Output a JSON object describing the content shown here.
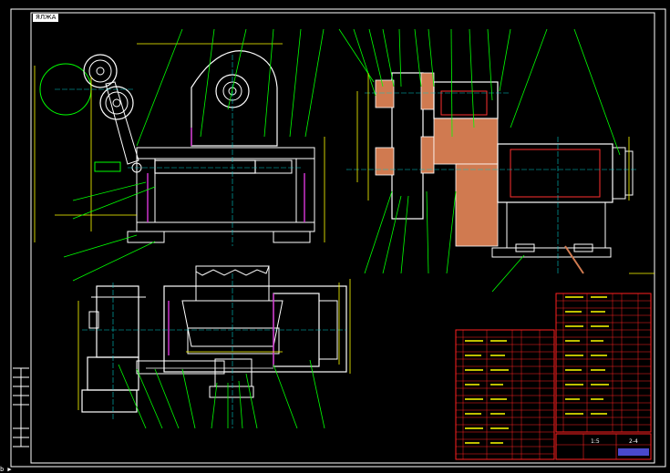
{
  "colors": {
    "background": "#000000",
    "frame": "#ffffff",
    "part": "#ffffff",
    "leader": "#00ff00",
    "center": "#00c8c8",
    "dim": "#ffff00",
    "section": "#ff3030",
    "table": "#ff2020",
    "hatch": "#d07a50",
    "magenta": "#cc33cc",
    "title": "#5b5bff"
  },
  "sheet": {
    "corner_tag": "ЯЛЖА",
    "bottom_left_mark": "b ▶"
  },
  "views": {
    "front_view": "front elevation",
    "side_view": "section view",
    "top_view": "plan view"
  },
  "title_block": {
    "scale_text": "1:5",
    "drawing_no": "2-4"
  }
}
